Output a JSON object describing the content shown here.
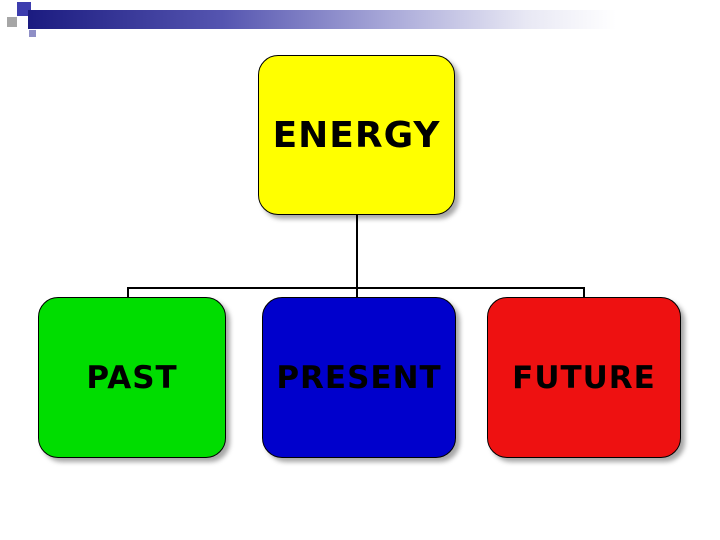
{
  "header": {
    "bar_accent_color": "#1b1b80",
    "square_blue_color": "#3d3dae",
    "square_gray_color": "#a6a6a6",
    "square_small_color": "#8f8fc6"
  },
  "diagram": {
    "root": {
      "label": "ENERGY",
      "fill": "#ffff00"
    },
    "children": [
      {
        "label": "PAST",
        "fill": "#00dd00"
      },
      {
        "label": "PRESENT",
        "fill": "#0000cc"
      },
      {
        "label": "FUTURE",
        "fill": "#ee1111"
      }
    ],
    "connector_color": "#000000"
  }
}
